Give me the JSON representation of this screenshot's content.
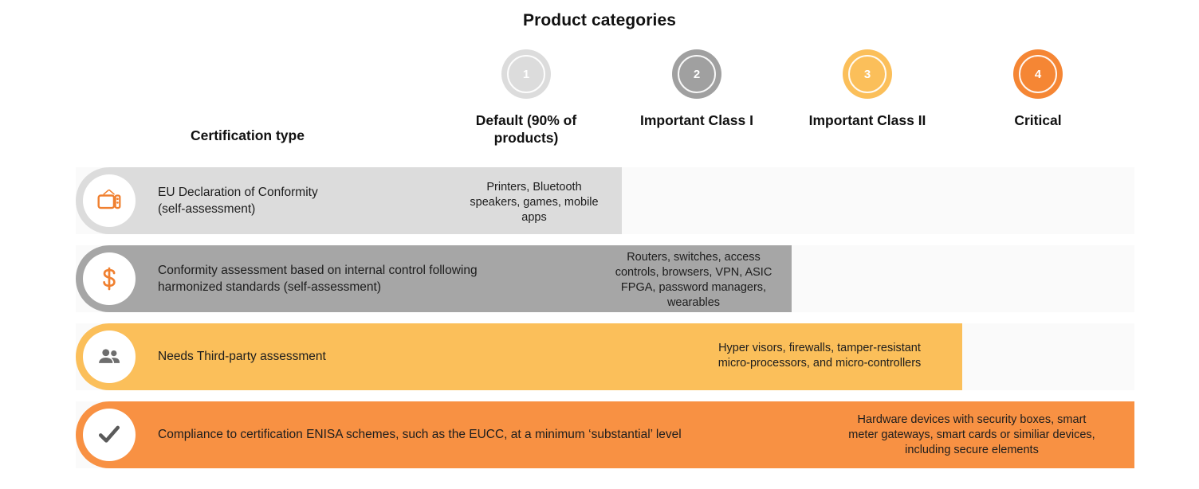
{
  "title": "Product categories",
  "cert_column_header": "Certification type",
  "columns": [
    {
      "number": "1",
      "label": "Default (90% of\nproducts)",
      "color": "#DCDCDC"
    },
    {
      "number": "2",
      "label": "Important Class I",
      "color": "#A0A0A0"
    },
    {
      "number": "3",
      "label": "Important Class II",
      "color": "#FBBF5A"
    },
    {
      "number": "4",
      "label": "Critical",
      "color": "#F58634"
    }
  ],
  "rows": [
    {
      "icon": "tv-icon",
      "icon_color": "#F08030",
      "cert_label": "EU Declaration of Conformity\n(self-assessment)",
      "category_text": "Printers, Bluetooth\nspeakers, games, mobile\napps",
      "bar_color": "#DCDCDC"
    },
    {
      "icon": "dollar-icon",
      "icon_color": "#F08030",
      "cert_label": "Conformity assessment based on internal control following\nharmonized standards (self-assessment)",
      "category_text": "Routers, switches, access\ncontrols, browsers, VPN, ASIC\nFPGA, password managers,\nwearables",
      "bar_color": "#A6A6A6"
    },
    {
      "icon": "people-icon",
      "icon_color": "#6E6E6E",
      "cert_label": "Needs Third-party assessment",
      "category_text": "Hyper visors, firewalls, tamper-resistant\nmicro-processors, and micro-controllers",
      "bar_color": "#FBBF5A"
    },
    {
      "icon": "check-icon",
      "icon_color": "#5A5A5A",
      "cert_label": "Compliance to certification ENISA schemes, such as the EUCC, at a minimum ‘substantial’ level",
      "category_text": "Hardware devices with security boxes, smart\nmeter gateways, smart cards or similiar devices,\nincluding secure elements",
      "bar_color": "#F89143"
    }
  ],
  "colors": {
    "track": "#FAFAFA",
    "text": "#1d1d1d",
    "heading": "#111111"
  }
}
